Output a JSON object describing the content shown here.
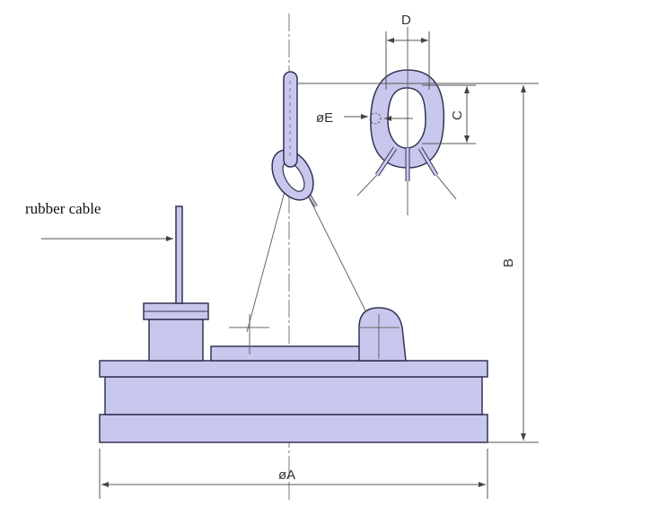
{
  "labels": {
    "rubber_cable": "rubber cable",
    "dim_A": "øA",
    "dim_B": "B",
    "dim_C": "C",
    "dim_D": "D",
    "dim_E": "øE"
  },
  "colors": {
    "part_fill": "#c8c8ee",
    "outline": "#333355"
  }
}
